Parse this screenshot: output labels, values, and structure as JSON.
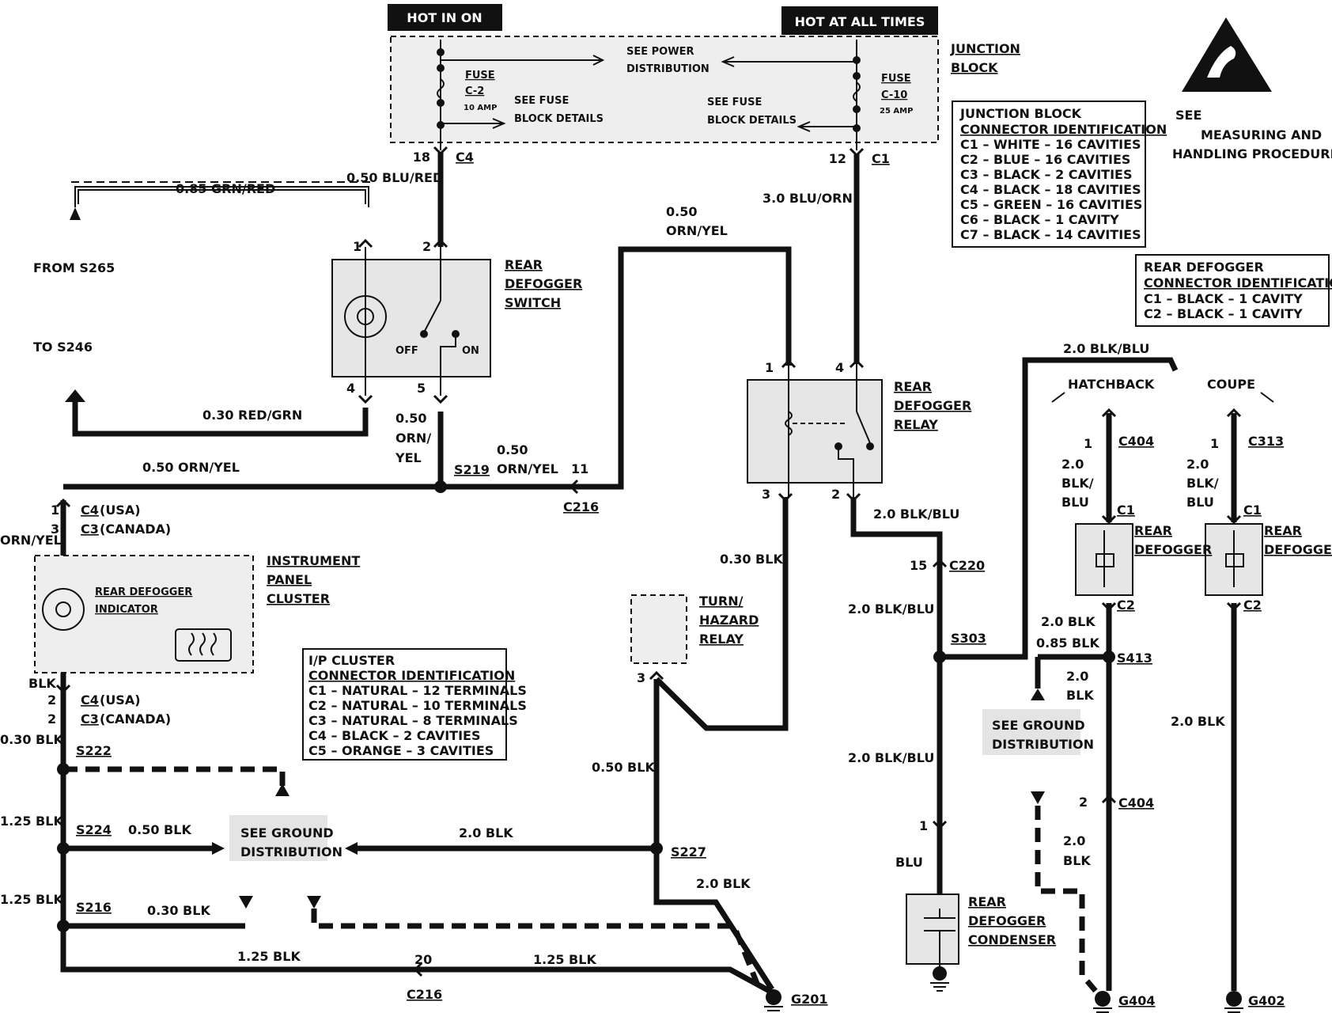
{
  "header": {
    "hot_in_on": "HOT IN ON",
    "hot_at_all_times": "HOT AT ALL TIMES"
  },
  "junction_block": {
    "title_line1": "JUNCTION",
    "title_line2": "BLOCK",
    "see_power_line1": "SEE POWER",
    "see_power_line2": "DISTRIBUTION",
    "fuse_left": {
      "label": "FUSE",
      "id": "C-2",
      "rating": "10 AMP"
    },
    "fuse_right": {
      "label": "FUSE",
      "id": "C-10",
      "rating": "25 AMP"
    },
    "see_fuse_line1": "SEE FUSE",
    "see_fuse_line2": "BLOCK DETAILS",
    "left_pin": "18",
    "left_connector": "C4",
    "right_pin": "12",
    "right_connector": "C1"
  },
  "junction_block_connector_id": {
    "title_line1": "JUNCTION BLOCK",
    "title_line2": "CONNECTOR IDENTIFICATION",
    "rows": [
      "C1 – WHITE – 16 CAVITIES",
      "C2 – BLUE – 16 CAVITIES",
      "C3 – BLACK – 2 CAVITIES",
      "C4 – BLACK – 18 CAVITIES",
      "C5 – GREEN – 16 CAVITIES",
      "C6 – BLACK – 1 CAVITY",
      "C7 – BLACK – 14 CAVITIES"
    ]
  },
  "esd_note": {
    "line1": "SEE",
    "line2": "MEASURING AND",
    "line3": "HANDLING PROCEDURES"
  },
  "rear_defogger_connector_id": {
    "title_line1": "REAR DEFOGGER",
    "title_line2": "CONNECTOR IDENTIFICATION",
    "rows": [
      "C1 – BLACK – 1 CAVITY",
      "C2 – BLACK – 1 CAVITY"
    ]
  },
  "switch": {
    "title_line1": "REAR",
    "title_line2": "DEFOGGER",
    "title_line3": "SWITCH",
    "off": "OFF",
    "on": "ON",
    "pin1": "1",
    "pin2": "2",
    "pin4": "4",
    "pin5": "5"
  },
  "relay": {
    "title_line1": "REAR",
    "title_line2": "DEFOGGER",
    "title_line3": "RELAY",
    "pin1": "1",
    "pin4": "4",
    "pin3": "3",
    "pin2": "2"
  },
  "cluster": {
    "title_line1": "INSTRUMENT",
    "title_line2": "PANEL",
    "title_line3": "CLUSTER",
    "indicator_line1": "REAR DEFOGGER",
    "indicator_line2": "INDICATOR"
  },
  "ip_cluster_connector_id": {
    "title_line1": "I/P CLUSTER",
    "title_line2": "CONNECTOR IDENTIFICATION",
    "rows": [
      "C1 – NATURAL – 12 TERMINALS",
      "C2 – NATURAL – 10 TERMINALS",
      "C3 – NATURAL – 8 TERMINALS",
      "C4 – BLACK – 2 CAVITIES",
      "C5 – ORANGE – 3 CAVITIES"
    ]
  },
  "turn_hazard": {
    "line1": "TURN/",
    "line2": "HAZARD",
    "line3": "RELAY",
    "pin": "3"
  },
  "body_style": {
    "hatchback": "HATCHBACK",
    "coupe": "COUPE"
  },
  "hatch_defogger": {
    "line1": "REAR",
    "line2": "DEFOGGER",
    "c1": "C1",
    "c2": "C2"
  },
  "coupe_defogger": {
    "line1": "REAR",
    "line2": "DEFOGGER",
    "c1": "C1",
    "c2": "C2"
  },
  "condenser": {
    "line1": "REAR",
    "line2": "DEFOGGER",
    "line3": "CONDENSER"
  },
  "left_refs": {
    "from": "FROM S265",
    "to": "TO S246"
  },
  "wires": {
    "w085_grn_red": "0.85 GRN/RED",
    "w050_blu_red": "0.50 BLU/RED",
    "w030_red_grn": "0.30 RED/GRN",
    "w050_orn_yel_top_1": "0.50",
    "w050_orn_yel_top_2": "ORN/YEL",
    "w30_blu_orn": "3.0 BLU/ORN",
    "w050_orn_yel_sw_1": "0.50",
    "w050_orn_yel_sw_2": "ORN/",
    "w050_orn_yel_sw_3": "YEL",
    "w050_orn_yel_s219_1": "0.50",
    "w050_orn_yel_s219_2": "ORN/YEL",
    "w050_orn_yel_cluster": "0.50 ORN/YEL",
    "orn_yel_left": "ORN/YEL",
    "w030_blk_relay": "0.30 BLK",
    "w20_blk_blu_relay": "2.0 BLK/BLU",
    "w20_blk_blu_c220": "2.0 BLK/BLU",
    "w20_blk_blu_cond": "2.0 BLK/BLU",
    "w20_blk_blu_top": "2.0 BLK/BLU",
    "blu": "BLU",
    "blk_left": "BLK",
    "w030_blk_s222": "0.30 BLK",
    "w125_blk_s224": "1.25 BLK",
    "w050_blk_s224": "0.50 BLK",
    "w20_blk_s227": "2.0 BLK",
    "w050_blk_turn": "0.50 BLK",
    "w20_blk_g201": "2.0 BLK",
    "w125_blk_s216": "1.25 BLK",
    "w030_blk_s216": "0.30 BLK",
    "w125_blk_bottom_left": "1.25 BLK",
    "w125_blk_bottom_right": "1.25 BLK",
    "w20_blk_s413_top": "2.0 BLK",
    "w085_blk_s413": "0.85 BLK",
    "w20_blk_s413_1": "2.0",
    "w20_blk_s413_2": "BLK",
    "w20_blk_g404_1": "2.0",
    "w20_blk_g404_2": "BLK",
    "w20_blk_coupe": "2.0 BLK",
    "w20_blk_blu_hatch_1": "2.0",
    "w20_blk_blu_hatch_2": "BLK/",
    "w20_blk_blu_hatch_3": "BLU",
    "w20_blk_blu_coupe_1": "2.0",
    "w20_blk_blu_coupe_2": "BLK/",
    "w20_blk_blu_coupe_3": "BLU"
  },
  "connectors": {
    "c4_usa_top": {
      "pin": "1",
      "name": "C4",
      "suffix": "(USA)"
    },
    "c3_canada_top": {
      "pin": "3",
      "name": "C3",
      "suffix": "(CANADA)"
    },
    "c4_usa_bottom": {
      "pin": "2",
      "name": "C4",
      "suffix": "(USA)"
    },
    "c3_canada_bottom": {
      "pin": "2",
      "name": "C3",
      "suffix": "(CANADA)"
    },
    "c216_top": {
      "pin": "11",
      "name": "C216"
    },
    "c216_bottom": {
      "pin": "20",
      "name": "C216"
    },
    "c220": {
      "pin": "15",
      "name": "C220"
    },
    "c404_top": {
      "pin": "1",
      "name": "C404"
    },
    "c404_bottom": {
      "pin": "2",
      "name": "C404"
    },
    "c313": {
      "pin": "1",
      "name": "C313"
    },
    "condenser_pin": "1"
  },
  "splices": {
    "s219": "S219",
    "s222": "S222",
    "s224": "S224",
    "s216": "S216",
    "s227": "S227",
    "s303": "S303",
    "s413": "S413"
  },
  "grounds": {
    "g201": "G201",
    "g404": "G404",
    "g402": "G402",
    "see_ground_line1": "SEE GROUND",
    "see_ground_line2": "DISTRIBUTION"
  }
}
